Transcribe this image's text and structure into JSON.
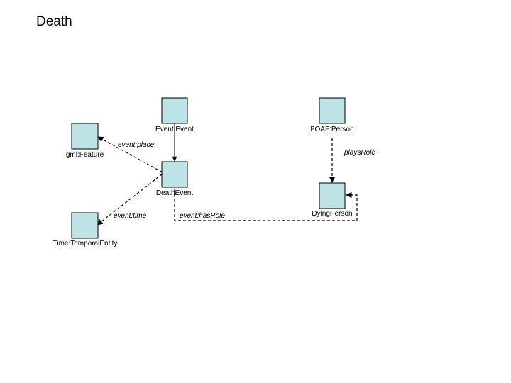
{
  "title": "Death",
  "colors": {
    "node_fill": "#bde3e6",
    "line": "#000000"
  },
  "nodes": [
    {
      "id": "gml-feature",
      "label": "gml:Feature"
    },
    {
      "id": "event-event",
      "label": "Event:Event"
    },
    {
      "id": "death-event",
      "label": "DeathEvent"
    },
    {
      "id": "time-temporal-entity",
      "label": "Time:TemporalEntity"
    },
    {
      "id": "foaf-person",
      "label": "FOAF:Person"
    },
    {
      "id": "dying-person",
      "label": "DyingPerson"
    }
  ],
  "edges": [
    {
      "id": "event-to-death",
      "from": "event-event",
      "to": "death-event",
      "label": "",
      "style": "solid"
    },
    {
      "id": "event-place",
      "from": "death-event",
      "to": "gml-feature",
      "label": "event:place",
      "style": "dashed"
    },
    {
      "id": "event-time",
      "from": "death-event",
      "to": "time-temporal-entity",
      "label": "event:time",
      "style": "dashed"
    },
    {
      "id": "plays-role",
      "from": "foaf-person",
      "to": "dying-person",
      "label": "playsRole",
      "style": "dashed"
    },
    {
      "id": "event-has-role",
      "from": "death-event",
      "to": "dying-person",
      "label": "event:hasRole",
      "style": "dashed"
    }
  ]
}
